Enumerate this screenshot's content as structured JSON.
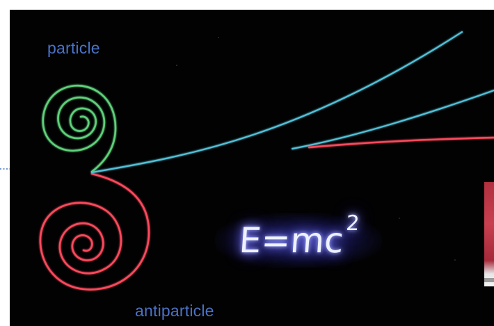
{
  "labels": {
    "particle": "particle",
    "antiparticle": "antiparticle"
  },
  "equation": {
    "base": "E=mc",
    "exponent": "2"
  },
  "colors": {
    "background": "#020203",
    "label_text": "#4a72c4",
    "particle_track": "#5fd17a",
    "antiparticle_track": "#ff4a5c",
    "straight_track": "#52c2d8",
    "arrow": "#4a72c4",
    "equation_glow": "#5a4cf0"
  }
}
